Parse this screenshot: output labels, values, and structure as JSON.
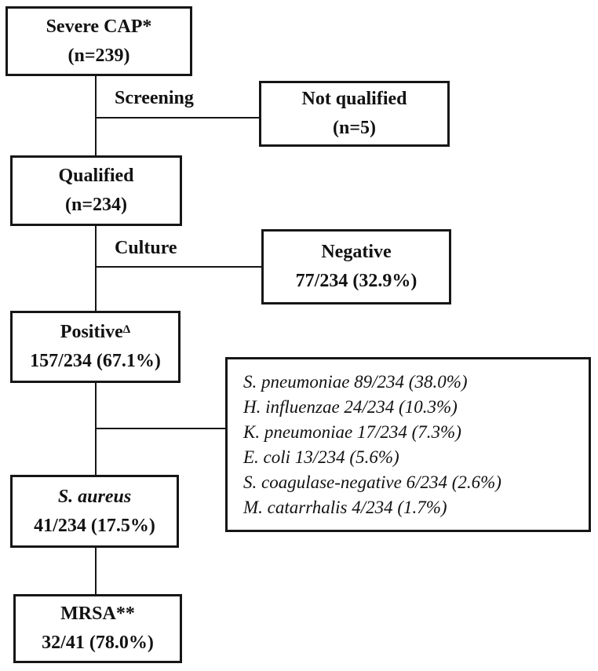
{
  "figure": {
    "background_color": "#ffffff",
    "line_color": "#161616",
    "text_color": "#121212"
  },
  "boxes": {
    "severe_cap": {
      "line1": "Severe CAP*",
      "line2": "(n=239)"
    },
    "not_qualified": {
      "line1": "Not qualified",
      "line2": "(n=5)"
    },
    "qualified": {
      "line1": "Qualified",
      "line2": "(n=234)"
    },
    "negative": {
      "line1": "Negative",
      "line2": "77/234 (32.9%)"
    },
    "positive": {
      "line1": "Positive",
      "superscript": "Δ",
      "line2": "157/234 (67.1%)"
    },
    "s_aureus": {
      "line1": "S. aureus",
      "line2": "41/234 (17.5%)"
    },
    "mrsa": {
      "line1": "MRSA**",
      "line2": "32/41 (78.0%)"
    }
  },
  "edge_labels": {
    "screening": "Screening",
    "culture": "Culture"
  },
  "organisms": {
    "items": [
      "S. pneumoniae 89/234 (38.0%)",
      "H. influenzae 24/234 (10.3%)",
      "K. pneumoniae 17/234 (7.3%)",
      "E. coli 13/234 (5.6%)",
      "S. coagulase-negative 6/234 (2.6%)",
      "M. catarrhalis 4/234 (1.7%)"
    ]
  }
}
